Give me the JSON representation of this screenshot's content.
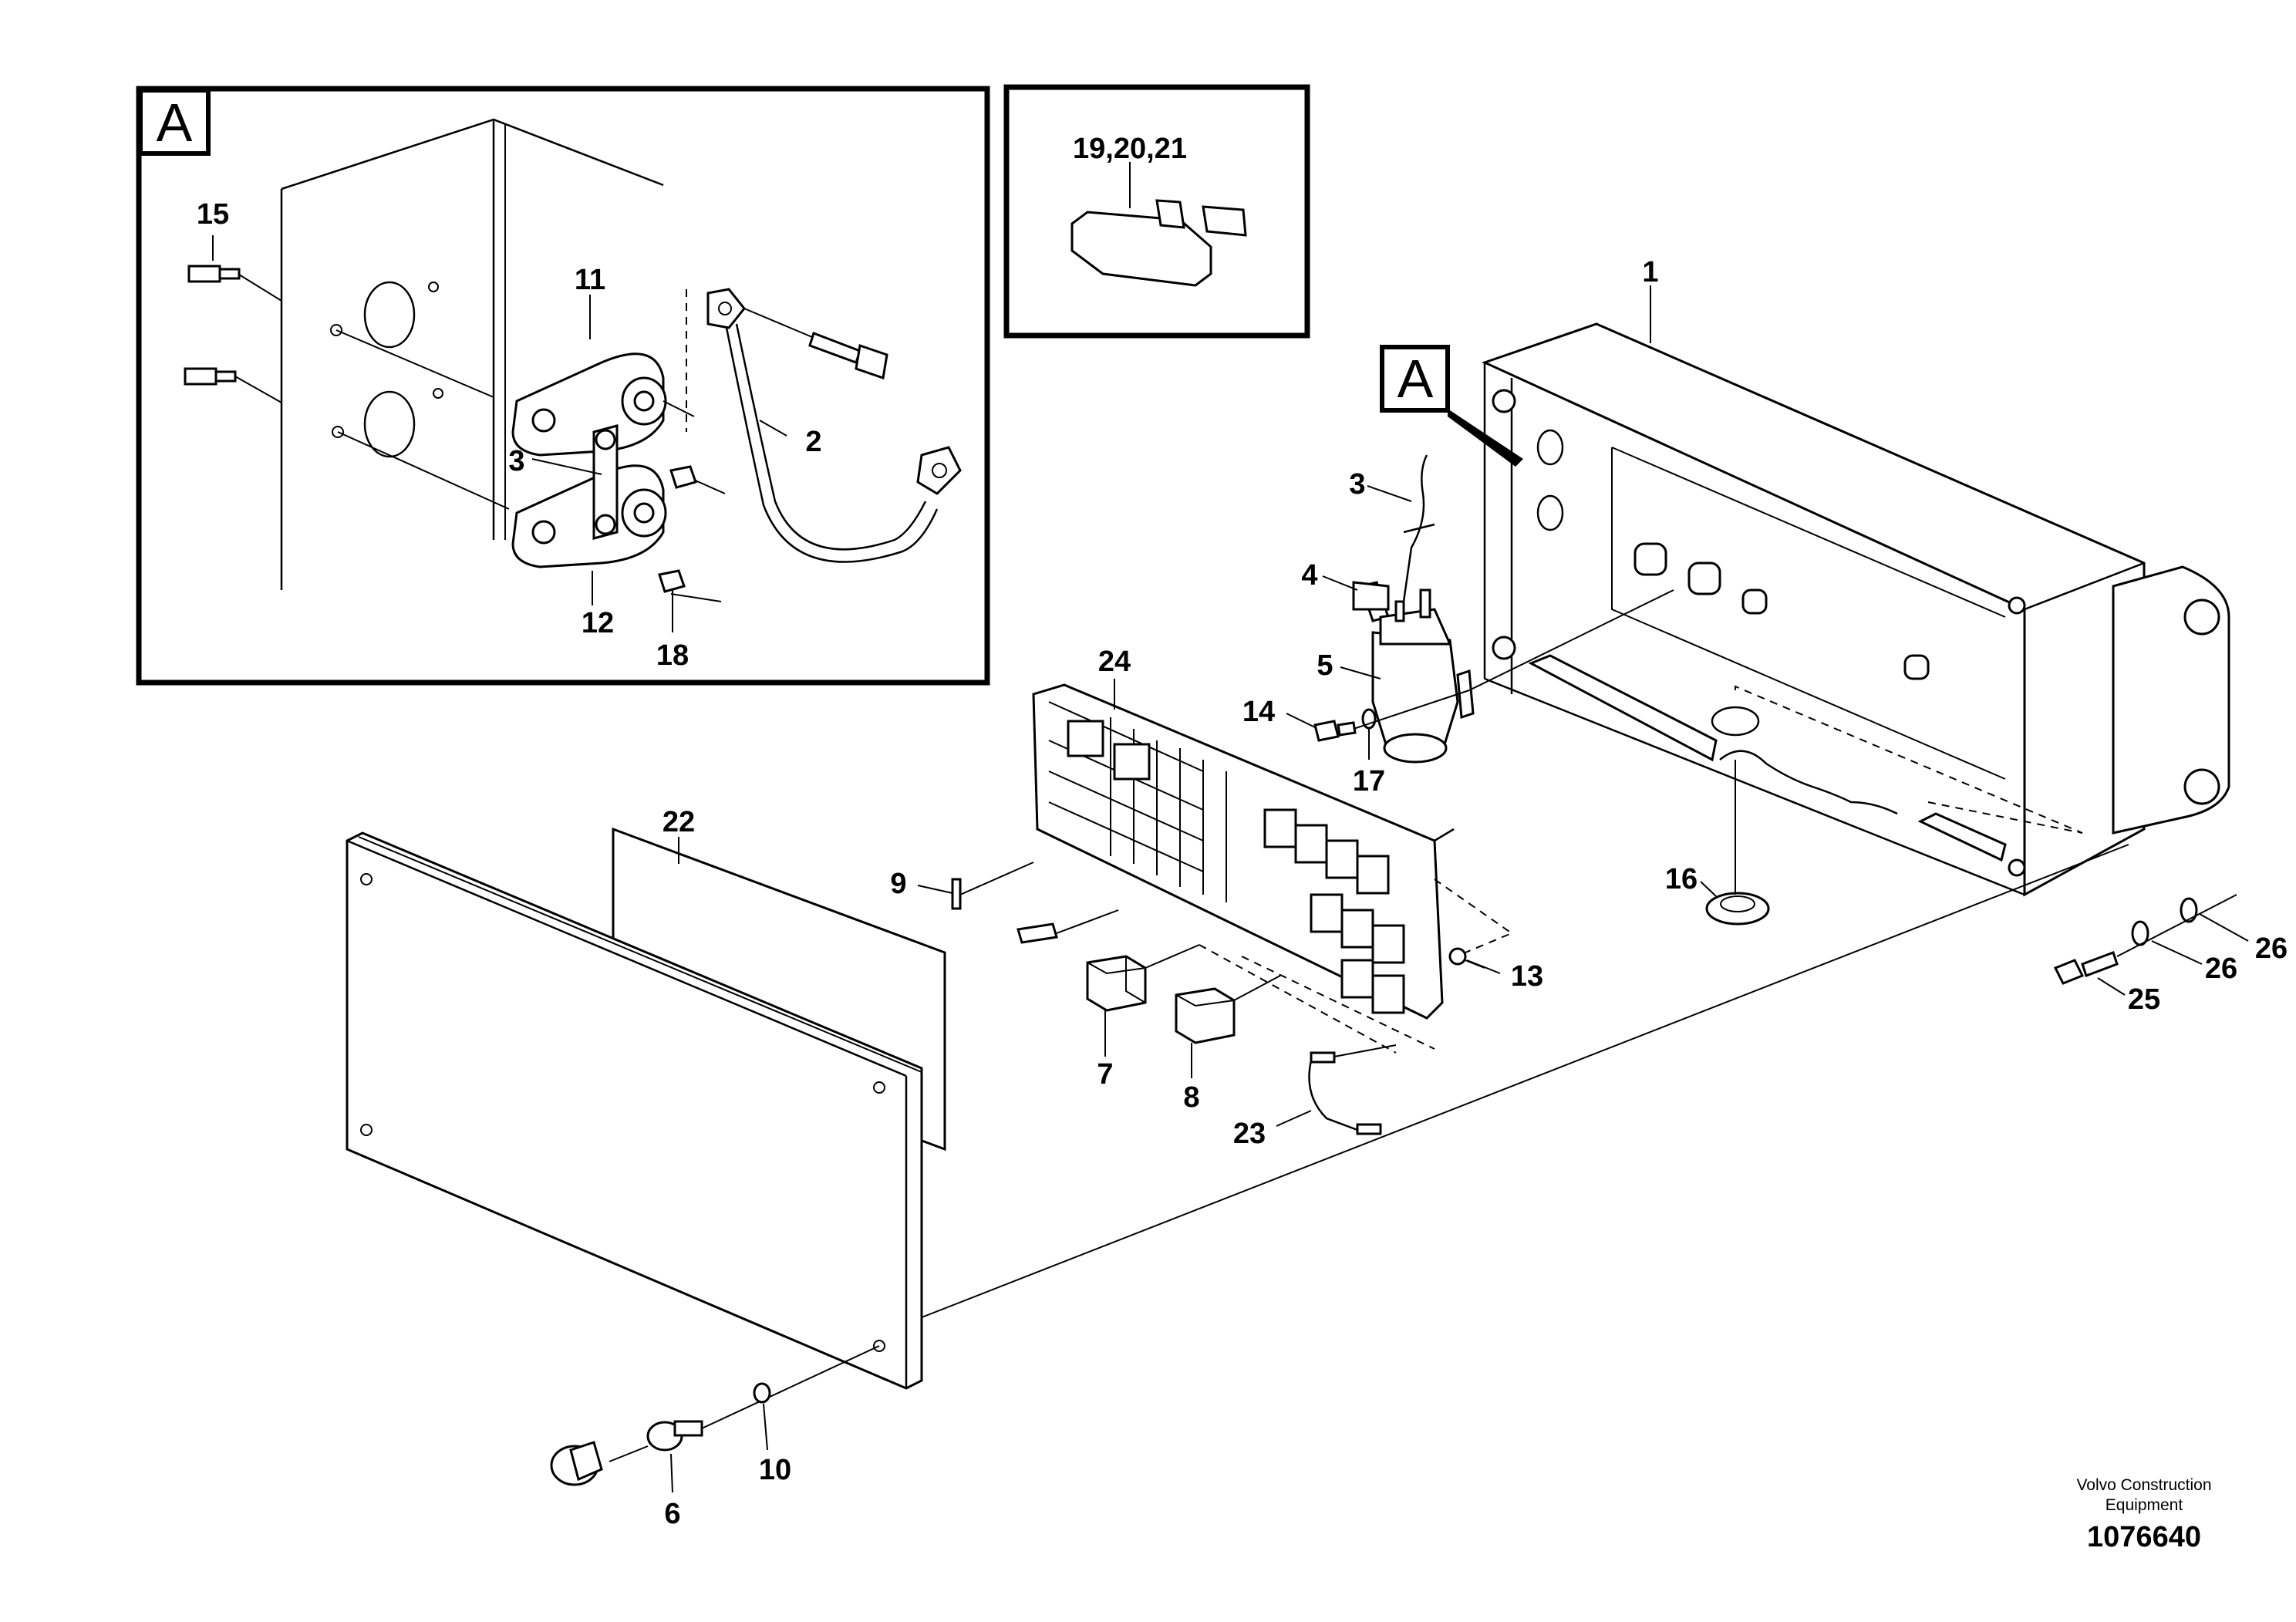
{
  "detail_label": "A",
  "fuse_callout": "19,20,21",
  "footer": {
    "line1": "Volvo Construction",
    "line2": "Equipment",
    "drawing_number": "1076640"
  },
  "labels": {
    "p1": "1",
    "p2": "2",
    "p3_detail": "3",
    "p3": "3",
    "p4": "4",
    "p5": "5",
    "p6": "6",
    "p7": "7",
    "p8": "8",
    "p9": "9",
    "p10": "10",
    "p11": "11",
    "p12": "12",
    "p13": "13",
    "p14": "14",
    "p15": "15",
    "p16": "16",
    "p17": "17",
    "p18": "18",
    "p22": "22",
    "p23": "23",
    "p24": "24",
    "p25": "25",
    "p26a": "26",
    "p26b": "26"
  }
}
